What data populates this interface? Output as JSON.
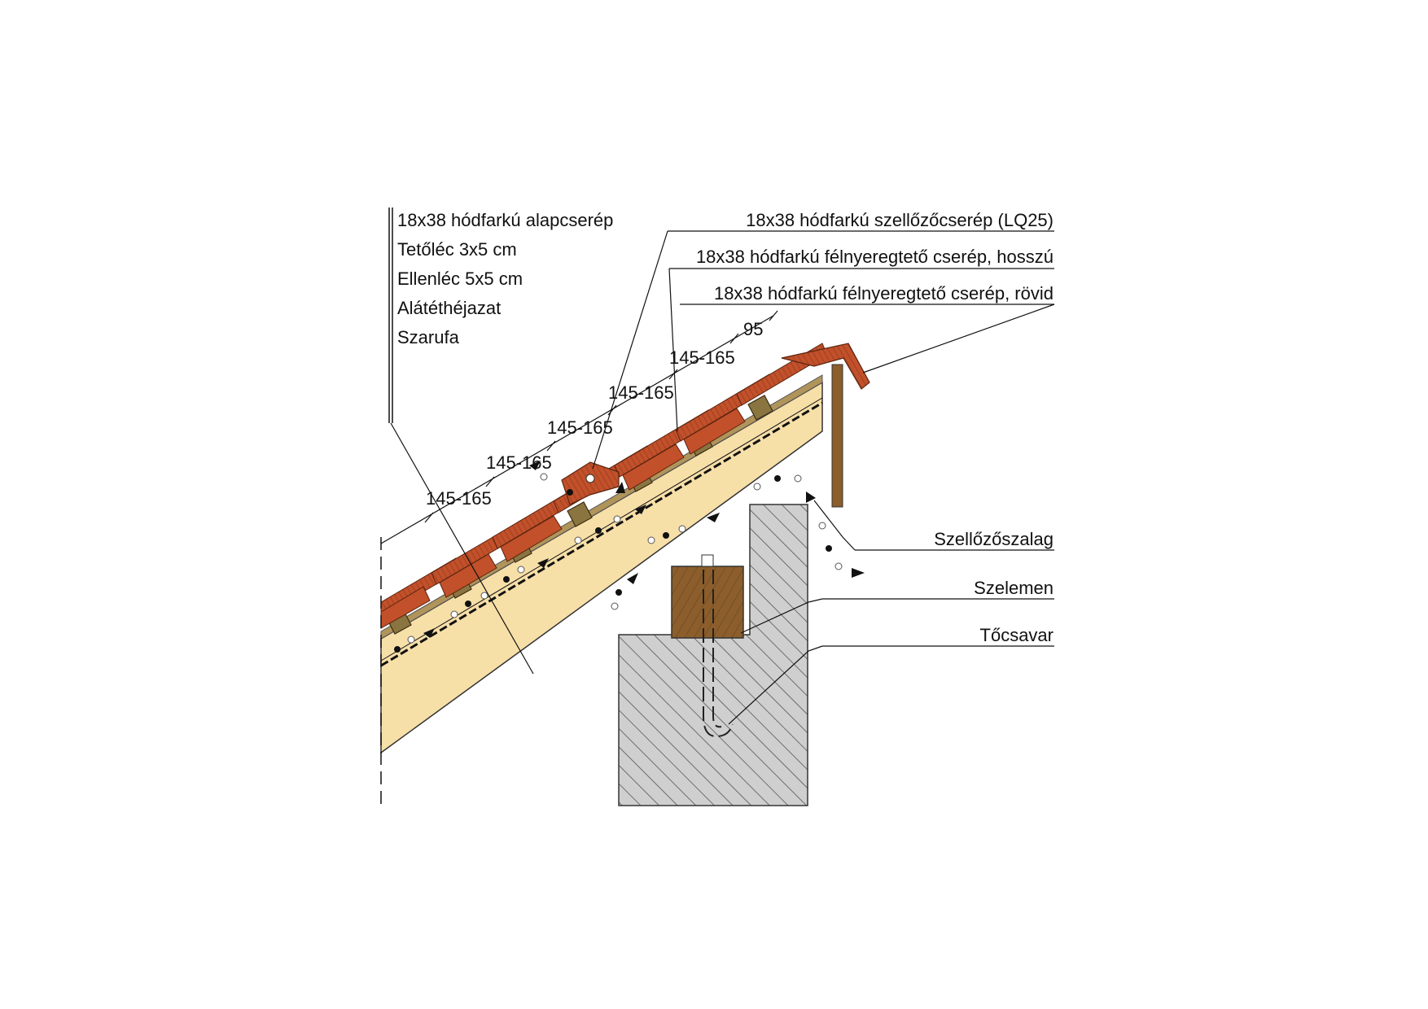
{
  "left_labels": [
    "18x38 hódfarkú alapcserép",
    "Tetőléc 3x5 cm",
    "Ellenléc 5x5 cm",
    "Alátéthéjazat",
    "Szarufa"
  ],
  "right_labels_top": [
    "18x38 hódfarkú szellőzőcserép (LQ25)",
    "18x38 hódfarkú félnyeregtető cserép, hosszú",
    "18x38 hódfarkú félnyeregtető cserép, rövid"
  ],
  "right_labels_bottom": [
    "Szellőzőszalag",
    "Szelemen",
    "Tőcsavar"
  ],
  "dimensions": [
    "145-165",
    "145-165",
    "145-165",
    "145-165",
    "145-165",
    "95"
  ],
  "colors": {
    "tile": "#c2502a",
    "tile_dark": "#8a3a1c",
    "batten": "#8a7440",
    "rafter": "#f7dfa8",
    "purlin": "#8c5e2c",
    "wall": "#c9c9c9",
    "line": "#111111"
  }
}
